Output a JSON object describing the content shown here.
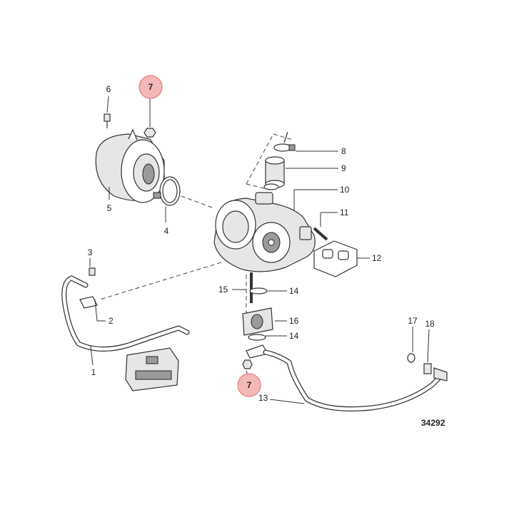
{
  "figure_number": "34292",
  "callouts": {
    "c1": "1",
    "c2": "2",
    "c3": "3",
    "c4": "4",
    "c5": "5",
    "c6": "6",
    "c7a": "7",
    "c7b": "7",
    "c8": "8",
    "c9": "9",
    "c10": "10",
    "c11": "11",
    "c12": "12",
    "c13": "13",
    "c14a": "14",
    "c14b": "14",
    "c15": "15",
    "c16": "16",
    "c17": "17",
    "c18": "18"
  },
  "highlight_color": "#f4b8b8"
}
